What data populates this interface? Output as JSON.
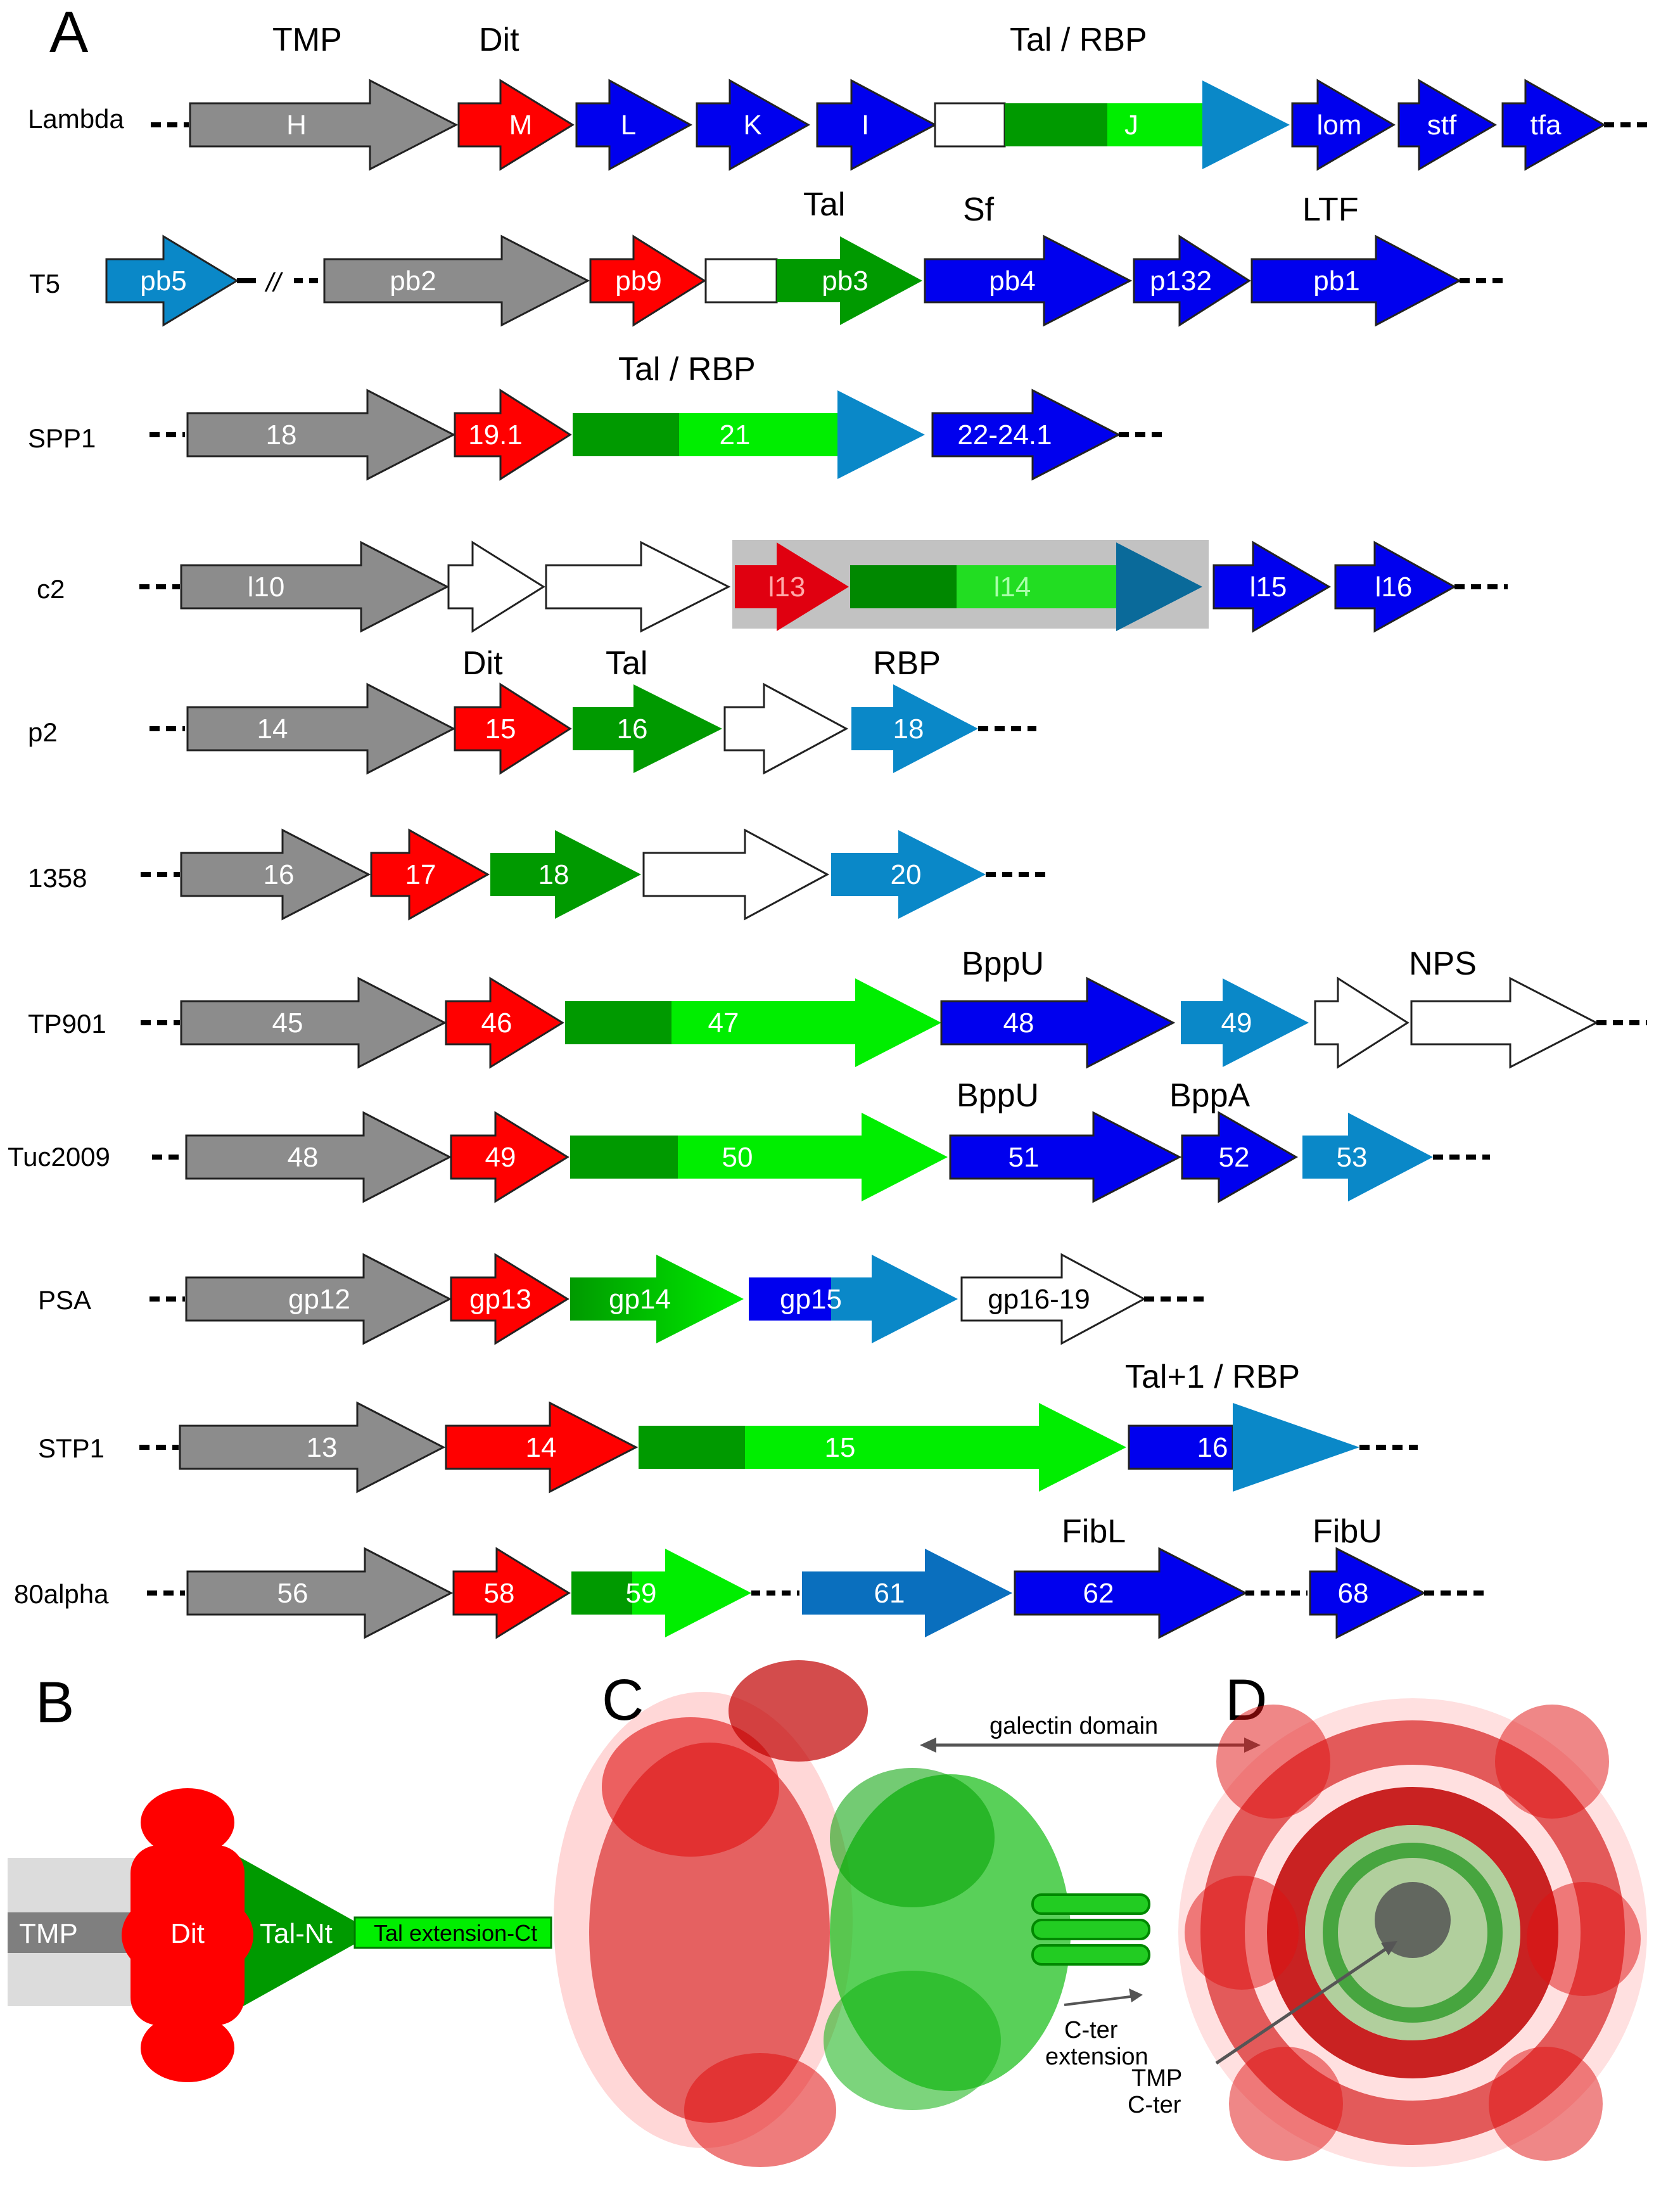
{
  "colors": {
    "tmp": "#8c8c8c",
    "dit": "#ff0000",
    "tal_dark": "#009a00",
    "tal_light": "#00ee00",
    "blue": "#0000ee",
    "lightblue": "#0a88c8",
    "steelblue": "#0a6a9a",
    "white": "#ffffff"
  },
  "panels": {
    "a": "A",
    "b": "B",
    "c": "C",
    "d": "D"
  },
  "panel_a": {
    "rows": [
      {
        "name": "Lambda",
        "header_labels": [
          {
            "text": "TMP"
          },
          {
            "text": "Dit"
          },
          {
            "text": "Tal / RBP"
          }
        ],
        "genes": [
          {
            "label": "H",
            "fill": "tmp"
          },
          {
            "label": "M",
            "fill": "dit"
          },
          {
            "label": "L",
            "fill": "blue"
          },
          {
            "label": "K",
            "fill": "blue"
          },
          {
            "label": "I",
            "fill": "blue"
          },
          {
            "label": "J",
            "fill": "composite_white_dark_light_lightblue"
          },
          {
            "label": "lom",
            "fill": "blue"
          },
          {
            "label": "stf",
            "fill": "blue"
          },
          {
            "label": "tfa",
            "fill": "blue"
          }
        ]
      },
      {
        "name": "T5",
        "header_labels": [
          {
            "text": "Tal"
          },
          {
            "text": "Sf"
          },
          {
            "text": "LTF"
          }
        ],
        "separator": "//",
        "genes": [
          {
            "label": "pb5",
            "fill": "lightblue"
          },
          {
            "label": "pb2",
            "fill": "tmp"
          },
          {
            "label": "pb9",
            "fill": "dit"
          },
          {
            "label": "pb3",
            "fill": "composite_white_dark"
          },
          {
            "label": "pb4",
            "fill": "blue"
          },
          {
            "label": "p132",
            "fill": "blue"
          },
          {
            "label": "pb1",
            "fill": "blue"
          }
        ]
      },
      {
        "name": "SPP1",
        "header_labels": [
          {
            "text": "Tal / RBP"
          }
        ],
        "genes": [
          {
            "label": "18",
            "fill": "tmp"
          },
          {
            "label": "19.1",
            "fill": "dit"
          },
          {
            "label": "21",
            "fill": "composite_dark_light_lightblue"
          },
          {
            "label": "22-24.1",
            "fill": "blue"
          }
        ]
      },
      {
        "name": "c2",
        "header_labels": [],
        "genes": [
          {
            "label": "l10",
            "fill": "tmp"
          },
          {
            "label": "",
            "fill": "white"
          },
          {
            "label": "",
            "fill": "white"
          },
          {
            "label": "l13",
            "fill": "dit"
          },
          {
            "label": "l14",
            "fill": "composite_dark_light_steelblue"
          },
          {
            "label": "l15",
            "fill": "blue"
          },
          {
            "label": "l16",
            "fill": "blue"
          }
        ]
      },
      {
        "name": "p2",
        "header_labels": [
          {
            "text": "Dit"
          },
          {
            "text": "Tal"
          },
          {
            "text": "RBP"
          }
        ],
        "genes": [
          {
            "label": "14",
            "fill": "tmp"
          },
          {
            "label": "15",
            "fill": "dit"
          },
          {
            "label": "16",
            "fill": "tal_dark"
          },
          {
            "label": "",
            "fill": "white"
          },
          {
            "label": "18",
            "fill": "lightblue"
          }
        ]
      },
      {
        "name": "1358",
        "header_labels": [],
        "genes": [
          {
            "label": "16",
            "fill": "tmp"
          },
          {
            "label": "17",
            "fill": "dit"
          },
          {
            "label": "18",
            "fill": "tal_dark"
          },
          {
            "label": "",
            "fill": "white"
          },
          {
            "label": "20",
            "fill": "lightblue"
          }
        ]
      },
      {
        "name": "TP901",
        "header_labels": [
          {
            "text": "BppU"
          },
          {
            "text": "NPS"
          }
        ],
        "genes": [
          {
            "label": "45",
            "fill": "tmp"
          },
          {
            "label": "46",
            "fill": "dit"
          },
          {
            "label": "47",
            "fill": "composite_dark_light"
          },
          {
            "label": "48",
            "fill": "blue"
          },
          {
            "label": "49",
            "fill": "lightblue"
          },
          {
            "label": "",
            "fill": "white"
          },
          {
            "label": "",
            "fill": "white"
          }
        ]
      },
      {
        "name": "Tuc2009",
        "header_labels": [
          {
            "text": "BppU"
          },
          {
            "text": "BppA"
          }
        ],
        "genes": [
          {
            "label": "48",
            "fill": "tmp"
          },
          {
            "label": "49",
            "fill": "dit"
          },
          {
            "label": "50",
            "fill": "composite_dark_light"
          },
          {
            "label": "51",
            "fill": "blue"
          },
          {
            "label": "52",
            "fill": "blue"
          },
          {
            "label": "53",
            "fill": "lightblue"
          }
        ]
      },
      {
        "name": "PSA",
        "header_labels": [],
        "genes": [
          {
            "label": "gp12",
            "fill": "tmp"
          },
          {
            "label": "gp13",
            "fill": "dit"
          },
          {
            "label": "gp14",
            "fill": "tal_dark_to_light"
          },
          {
            "label": "gp15",
            "fill": "composite_blue_lightblue"
          },
          {
            "label": "gp16-19",
            "fill": "white"
          }
        ]
      },
      {
        "name": "STP1",
        "header_labels": [
          {
            "text": "Tal+1 / RBP"
          }
        ],
        "genes": [
          {
            "label": "13",
            "fill": "tmp"
          },
          {
            "label": "14",
            "fill": "dit"
          },
          {
            "label": "15",
            "fill": "composite_dark_light"
          },
          {
            "label": "16",
            "fill": "composite_blue_lightblue"
          }
        ]
      },
      {
        "name": "80alpha",
        "header_labels": [
          {
            "text": "FibL"
          },
          {
            "text": "FibU"
          }
        ],
        "genes": [
          {
            "label": "56",
            "fill": "tmp"
          },
          {
            "label": "58",
            "fill": "dit"
          },
          {
            "label": "59",
            "fill": "composite_dark_light"
          },
          {
            "label": "61",
            "fill": "lightblue"
          },
          {
            "label": "62",
            "fill": "blue"
          },
          {
            "label": "68",
            "fill": "blue"
          }
        ]
      }
    ]
  },
  "panel_b": {
    "tmp": "TMP",
    "dit": "Dit",
    "tal_nt": "Tal-Nt",
    "tal_ext": "Tal extension-Ct"
  },
  "panel_c": {
    "galectin": "galectin domain",
    "cter_ext_line1": "C-ter",
    "cter_ext_line2": "extension"
  },
  "panel_d": {
    "tmp_cter_line1": "TMP",
    "tmp_cter_line2": "C-ter"
  }
}
